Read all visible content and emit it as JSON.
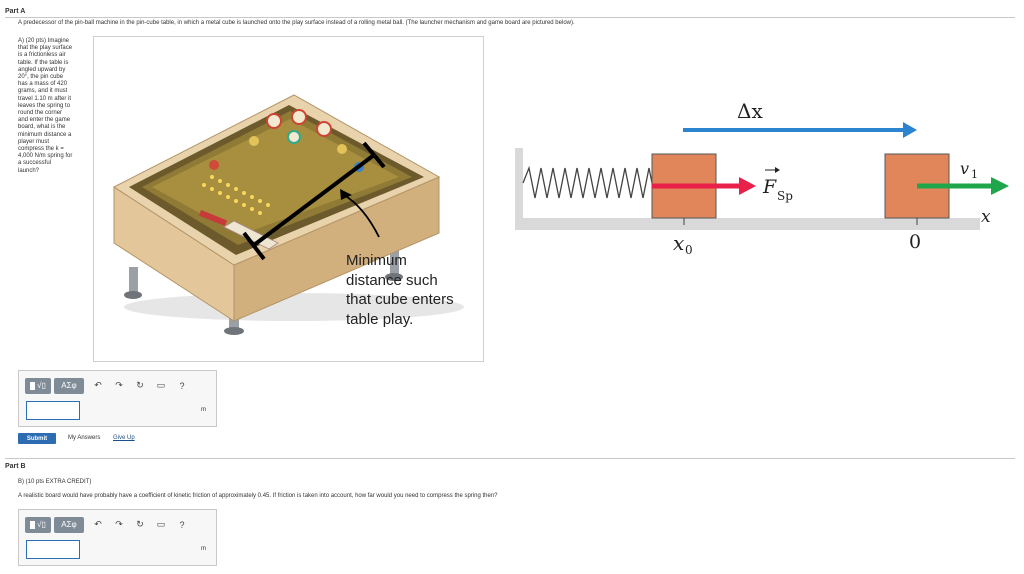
{
  "part_a": {
    "header": "Part A",
    "description": "A predecessor of the pin-ball machine in the pin-cube table, in which a metal cube is launched onto the play surface instead of a rolling metal ball. (The launcher mechanism and game board are pictured below).",
    "question_lines": [
      "A) (20 pts) Imagine",
      "that the play surface",
      "is a frictionless air",
      "table. If the table is",
      "angled upward by",
      "20°, the pin cube",
      "has a mass of 420",
      "grams, and it must",
      "travel 1.10 m after it",
      "leaves the spring to",
      "round the corner",
      "and enter the game",
      "board, what is the",
      "minimum distance a",
      "player must",
      "compress the  k =",
      "4,000 N/m spring for",
      "a successful",
      "launch?"
    ],
    "figure_caption_lines": [
      "Minimum",
      "distance such",
      "that cube enters",
      "table play."
    ],
    "unit": "m",
    "submit_label": "Submit",
    "my_answers_label": "My Answers",
    "give_up_label": "Give Up"
  },
  "part_b": {
    "header": "Part B",
    "points_line": "B) (10 pts EXTRA CREDIT)",
    "description": "A realistic board would have probably have a coefficient of kinetic friction of approximately 0.45. If friction is taken into account, how far would you need to compress the spring then?",
    "unit": "m"
  },
  "toolbar": {
    "math_label": "√▯",
    "greek_label": "ΑΣφ",
    "icons": [
      "undo-icon",
      "redo-icon",
      "reset-icon",
      "keyboard-icon",
      "help-icon"
    ],
    "help_label": "?"
  },
  "diagram": {
    "delta_x": "Δx",
    "force_label": "F",
    "force_sub": "Sp",
    "v_label": "v",
    "v_sub": "1",
    "x0_label": "x",
    "x0_sub": "0",
    "zero_label": "0",
    "x_axis_label": "x",
    "colors": {
      "block": "#e0865a",
      "arrow_red": "#e8204a",
      "arrow_green": "#1fa64a",
      "arrow_blue": "#2c83cf",
      "floor": "#d9d9d9"
    }
  }
}
